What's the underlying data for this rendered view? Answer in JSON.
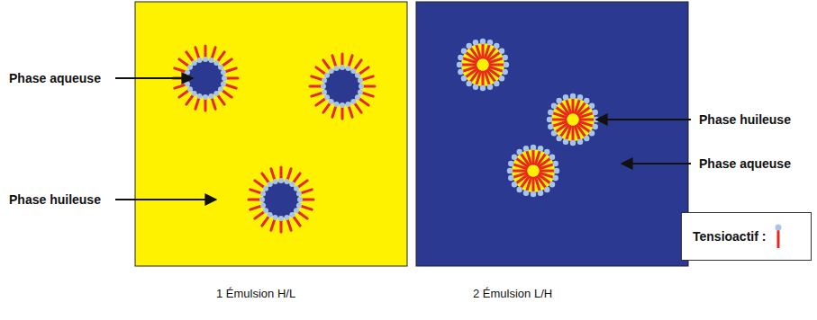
{
  "diagram": {
    "labels": [
      "Phase aqueuse",
      "Phase huileuse",
      "Phase huileuse",
      "Phase aqueuse",
      "1 Émulsion H/L",
      "2 Émulsion L/H"
    ],
    "legend": [
      {
        "text": "Tensioactif :"
      }
    ]
  }
}
